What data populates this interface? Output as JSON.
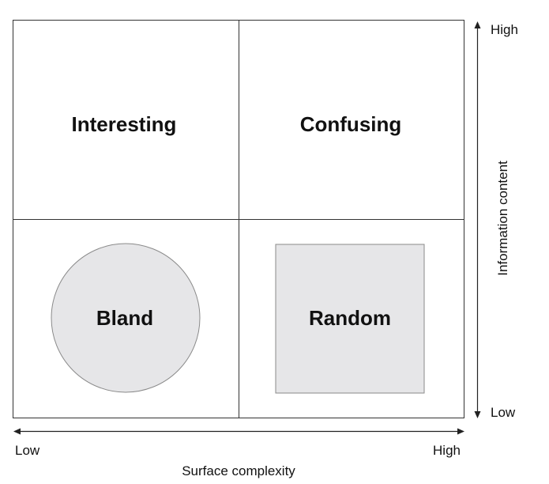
{
  "quadrants": {
    "top_left": "Interesting",
    "top_right": "Confusing",
    "bottom_left": "Bland",
    "bottom_right": "Random"
  },
  "x_axis": {
    "title": "Surface complexity",
    "low_label": "Low",
    "high_label": "High"
  },
  "y_axis": {
    "title": "Information content",
    "low_label": "Low",
    "high_label": "High"
  },
  "colors": {
    "line": "#333333",
    "shape_fill": "#e6e6e8",
    "shape_stroke": "#8a8a8a",
    "text": "#111111"
  },
  "shapes": {
    "bottom_left": "circle",
    "bottom_right": "square"
  }
}
